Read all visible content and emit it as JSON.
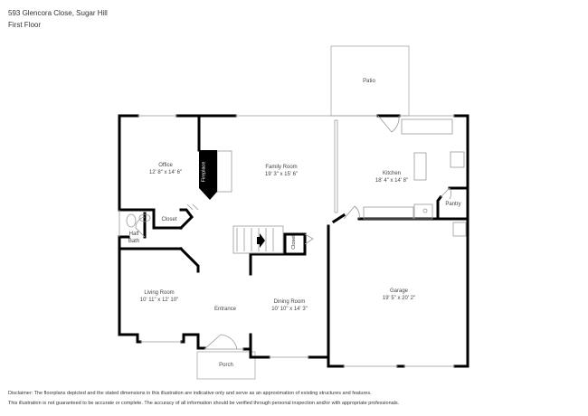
{
  "header": {
    "address": "593 Glencora Close, Sugar Hill",
    "floor": "First Floor"
  },
  "rooms": {
    "patio": {
      "name": "Patio"
    },
    "office": {
      "name": "Office",
      "dims": "12' 8\" x 14' 6\""
    },
    "fireplace": {
      "name": "Fireplace"
    },
    "family_room": {
      "name": "Family Room",
      "dims": "19' 3\" x 15' 6\""
    },
    "kitchen": {
      "name": "Kitchen",
      "dims": "18' 4\" x 14' 8\""
    },
    "pantry": {
      "name": "Pantry"
    },
    "closet_office": {
      "name": "Closet"
    },
    "closet_stairs": {
      "name": "Closet"
    },
    "half_bath": {
      "name": "Half Bath",
      "line1": "Half",
      "line2": "Bath"
    },
    "living_room": {
      "name": "Living Room",
      "dims": "10' 11\" x 12' 10\""
    },
    "entrance": {
      "name": "Entrance"
    },
    "dining_room": {
      "name": "Dining Room",
      "dims": "10' 10\" x 14' 3\""
    },
    "garage": {
      "name": "Garage",
      "dims": "19' 5\" x 20' 2\""
    },
    "porch": {
      "name": "Porch"
    }
  },
  "disclaimer": {
    "line1": "Disclaimer: The floorplans depicted and the stated dimensions in this illustration are indicative only and serve as an approximation of existing structures and features.",
    "line2": "This illustration is not guaranteed to be accurate or complete. The accuracy of all information should be verified through personal inspection and/or with appropriate professionals."
  },
  "colors": {
    "wall": "#000000",
    "outline": "#999999",
    "text": "#333333"
  }
}
